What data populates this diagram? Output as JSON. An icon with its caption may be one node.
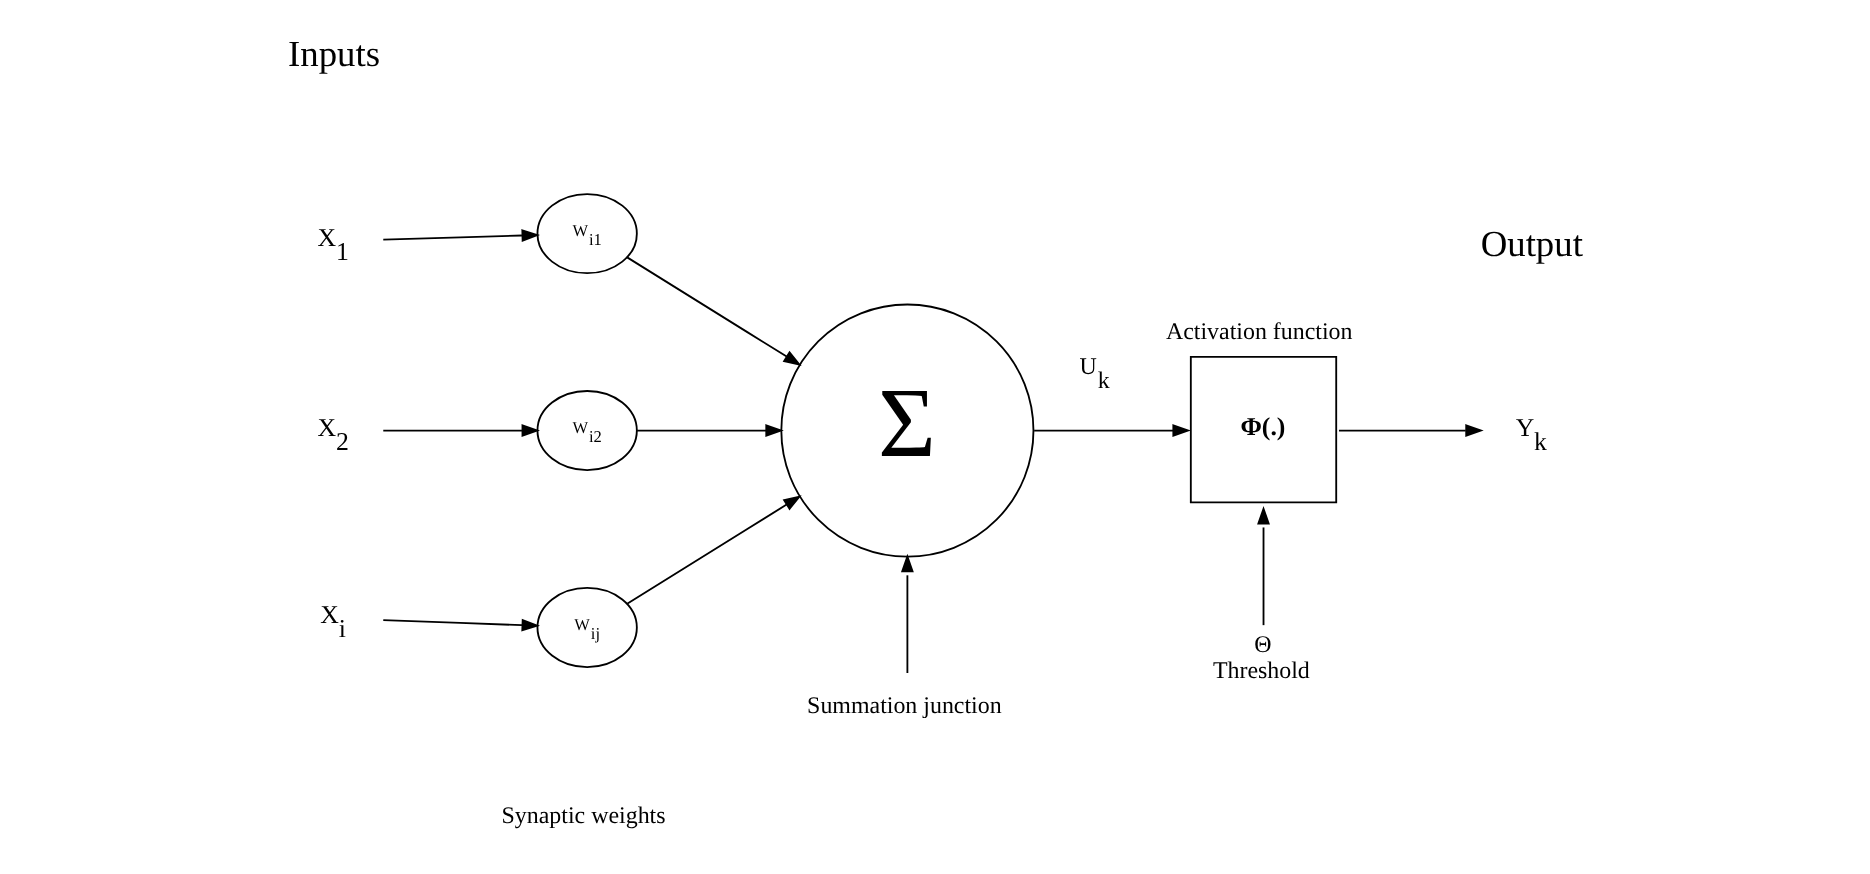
{
  "diagram": {
    "nodes": [
      {
        "text": [
          "X$_{1}$"
        ]
      },
      {
        "text": [
          "W$_{i1}$"
        ]
      },
      {
        "text": [
          "X$_{2}$"
        ]
      },
      {
        "text": [
          "W$_{i2}$"
        ]
      },
      {
        "text": [
          "X$_{i}$"
        ]
      },
      {
        "text": [
          "W$_{ij}$"
        ]
      },
      {
        "text": [
          "Σ"
        ]
      },
      {
        "text": [
          "Summation junction"
        ]
      },
      {
        "text": [
          "Φ(.)"
        ],
        "beside": [
          "Activation function"
        ]
      },
      {
        "text": [
          "Θ",
          "Threshold"
        ]
      },
      {
        "text": [
          "Y$_{k}$"
        ]
      }
    ],
    "edges": [
      {
        "from": 0,
        "to": 1,
        "arrow": "to"
      },
      {
        "from": 2,
        "to": 3,
        "arrow": "to"
      },
      {
        "from": 4,
        "to": 5,
        "arrow": "to"
      },
      {
        "from": 1,
        "to": 6,
        "arrow": "to"
      },
      {
        "from": 3,
        "to": 6,
        "arrow": "to"
      },
      {
        "from": 5,
        "to": 6,
        "arrow": "to"
      },
      {
        "from": 7,
        "to": 6,
        "arrow": "to"
      },
      {
        "from": 6,
        "to": 8,
        "label": "U$_{k}$",
        "arrow": "to"
      },
      {
        "from": 9,
        "to": 8,
        "arrow": "to"
      },
      {
        "from": 8,
        "to": 10,
        "arrow": "to"
      }
    ],
    "labels": [
      "Inputs",
      "Synaptic weights",
      "Output"
    ]
  }
}
